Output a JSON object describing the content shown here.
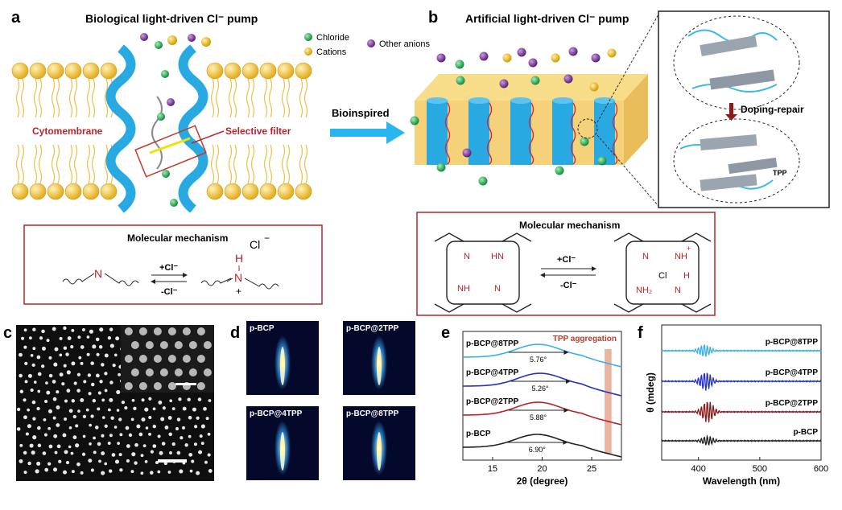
{
  "panels": {
    "a": {
      "letter": "a",
      "title": "Biological light-driven Cl⁻ pump",
      "cytomembrane": "Cytomembrane",
      "selective_filter": "Selective filter"
    },
    "b": {
      "letter": "b",
      "title": "Artificial light-driven Cl⁻ pump",
      "doping_repair": "Doping-repair",
      "tpp": "TPP"
    },
    "c": {
      "letter": "c"
    },
    "d": {
      "letter": "d",
      "images": [
        "p-BCP",
        "p-BCP@2TPP",
        "p-BCP@4TPP",
        "p-BCP@8TPP"
      ]
    },
    "e": {
      "letter": "e"
    },
    "f": {
      "letter": "f"
    }
  },
  "legend": {
    "chloride": "Chloride",
    "cations": "Cations",
    "other_anions": "Other anions"
  },
  "bioinspired": "Bioinspired",
  "mechanism_left": {
    "title": "Molecular mechanism",
    "n": "N",
    "h": "H",
    "cl": "Cl",
    "minus": "−",
    "plus": "+",
    "fwd": "+Cl⁻",
    "rev": "-Cl⁻"
  },
  "mechanism_right": {
    "title": "Molecular mechanism",
    "n1": "N",
    "hn": "HN",
    "nh": "NH",
    "n2": "N",
    "nh_plus": "NH",
    "nh2": "NH₂",
    "h_plus": "+",
    "cl_bond": "Cl",
    "h": "H",
    "fwd": "+Cl⁻",
    "rev": "-Cl⁻"
  },
  "colors": {
    "chloride": "#1aa04a",
    "cation": "#e8b400",
    "anion": "#7a2c97",
    "helix": "#29a9e1",
    "lipid": "#f2c94c",
    "red": "#b8242b"
  },
  "chart_data": [
    {
      "type": "line",
      "panel": "e",
      "xlabel": "2θ (degree)",
      "xlim": [
        12,
        28
      ],
      "ticks_x": [
        "15",
        "20",
        "25"
      ],
      "annotation": "TPP aggregation",
      "series": [
        {
          "name": "p-BCP",
          "fwhm": "6.90°",
          "center": 19.5
        },
        {
          "name": "p-BCP@2TPP",
          "fwhm": "5.88°",
          "center": 19.6
        },
        {
          "name": "p-BCP@4TPP",
          "fwhm": "5.26°",
          "center": 19.8
        },
        {
          "name": "p-BCP@8TPP",
          "fwhm": "5.76°",
          "center": 19.6
        }
      ]
    },
    {
      "type": "line",
      "panel": "f",
      "xlabel": "Wavelength (nm)",
      "ylabel": "θ (mdeg)",
      "xlim": [
        340,
        600
      ],
      "ticks_x": [
        "400",
        "500",
        "600"
      ],
      "series": [
        {
          "name": "p-BCP",
          "peak": 415
        },
        {
          "name": "p-BCP@2TPP",
          "peak": 415
        },
        {
          "name": "p-BCP@4TPP",
          "peak": 412
        },
        {
          "name": "p-BCP@8TPP",
          "peak": 410
        }
      ]
    }
  ]
}
